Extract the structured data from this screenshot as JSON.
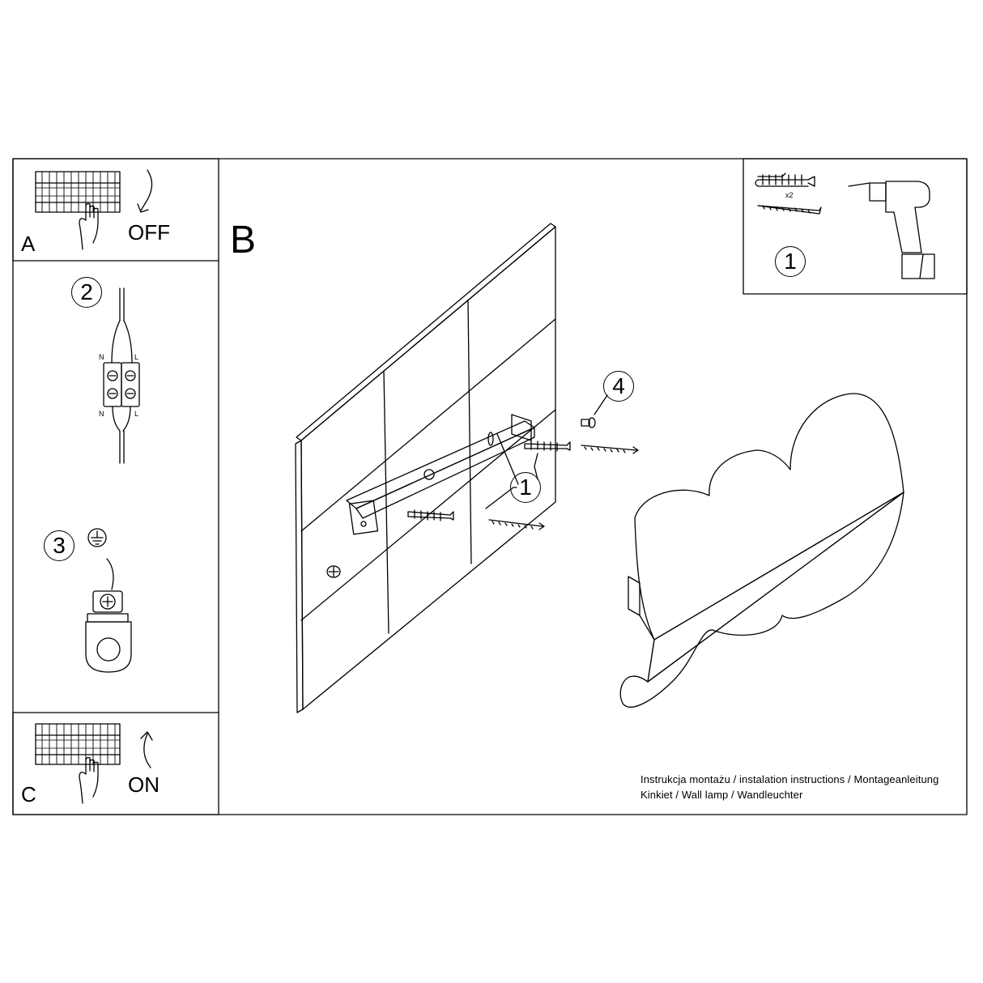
{
  "panels": {
    "A": {
      "letter": "A",
      "action": "OFF"
    },
    "B": {
      "letter": "B"
    },
    "C": {
      "letter": "C",
      "action": "ON"
    }
  },
  "steps": {
    "tools": "1",
    "wiring": "2",
    "ground": "3",
    "cap_screw": "4",
    "anchors": "1"
  },
  "labels": {
    "neutral": "N",
    "live": "L",
    "quantity": "x2"
  },
  "caption": {
    "line1": "Instrukcja montażu / instalation instructions / Montageanleitung",
    "line2": "Kinkiet / Wall lamp / Wandleuchter"
  },
  "colors": {
    "stroke": "#000000",
    "background": "#ffffff"
  }
}
